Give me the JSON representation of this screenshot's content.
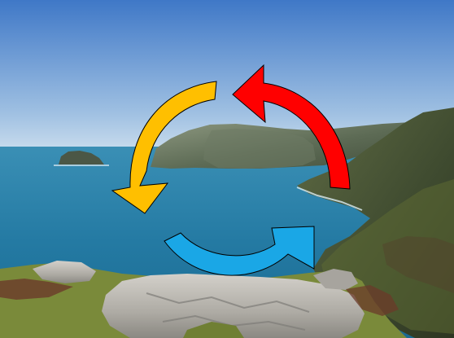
{
  "scene": {
    "kind": "coastal-cliffs-photo",
    "overlay": "three-arrow-cycle",
    "colors": {
      "sky_top": "#3f78c7",
      "sky_horizon": "#c9dced",
      "sea_far": "#2d7ea5",
      "sea_near": "#1e6f98",
      "headland": "#5b6a54",
      "headland_light": "#7f8a70",
      "cliff_dark": "#3e4a2f",
      "grass": "#7a8a3a",
      "heather": "#6b3a2a",
      "rock": "#b9b6b0",
      "rock_shadow": "#7e7c78"
    },
    "arrows": [
      {
        "name": "yellow-arrow",
        "color": "#ffbf00",
        "direction": "counterclockwise"
      },
      {
        "name": "red-arrow",
        "color": "#ff0000",
        "direction": "counterclockwise"
      },
      {
        "name": "blue-arrow",
        "color": "#1aa7e6",
        "direction": "counterclockwise"
      }
    ]
  }
}
